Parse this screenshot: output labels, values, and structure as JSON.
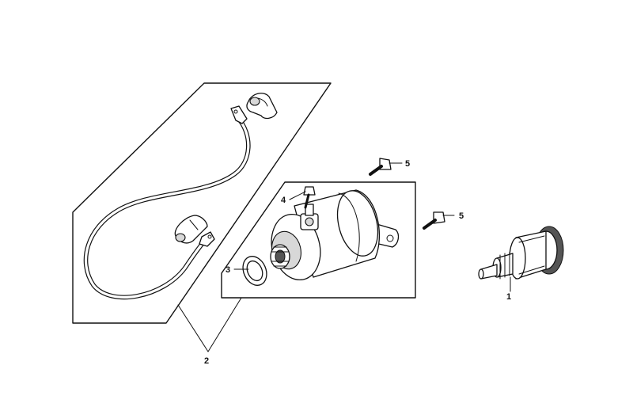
{
  "callouts": {
    "starter_clutch": "1",
    "assembly": "2",
    "o_ring": "3",
    "small_bolt": "4",
    "bolt_upper": "5",
    "bolt_lower": "5"
  }
}
